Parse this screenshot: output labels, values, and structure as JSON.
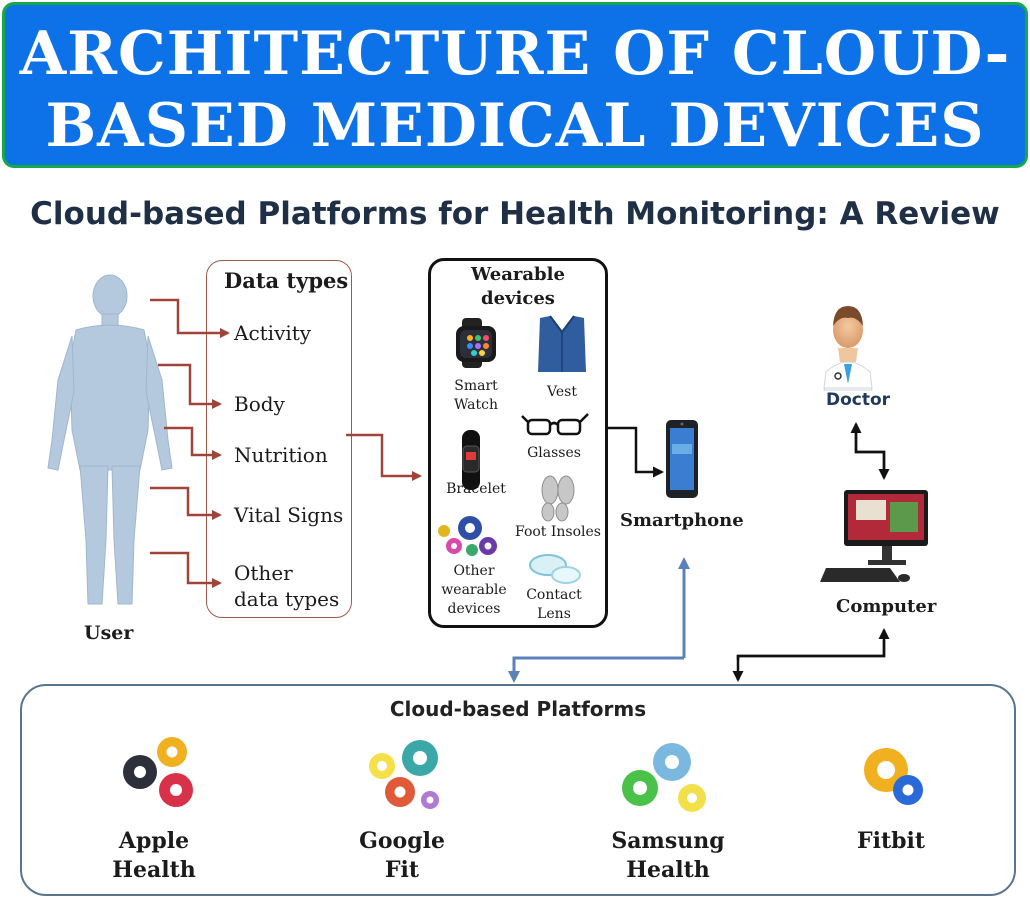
{
  "banner": {
    "line1": "ARCHITECTURE OF CLOUD-",
    "line2": "BASED MEDICAL DEVICES"
  },
  "subtitle": "Cloud-based Platforms for Health Monitoring: A Review",
  "user_label": "User",
  "data_types": {
    "title": "Data types",
    "items": [
      "Activity",
      "Body",
      "Nutrition",
      "Vital Signs",
      "Other",
      "data types"
    ]
  },
  "wearables": {
    "title_line1": "Wearable",
    "title_line2": "devices",
    "smartwatch_1": "Smart",
    "smartwatch_2": "Watch",
    "vest": "Vest",
    "glasses": "Glasses",
    "bracelet": "Bracelet",
    "foot_insoles": "Foot Insoles",
    "other_1": "Other",
    "other_2": "wearable",
    "other_3": "devices",
    "lens_1": "Contact",
    "lens_2": "Lens"
  },
  "smartphone_label": "Smartphone",
  "doctor_label": "Doctor",
  "computer_label": "Computer",
  "cloud": {
    "title": "Cloud-based Platforms",
    "platforms": [
      {
        "line1": "Apple",
        "line2": "Health"
      },
      {
        "line1": "Google",
        "line2": "Fit"
      },
      {
        "line1": "Samsung",
        "line2": "Health"
      },
      {
        "line1": "Fitbit",
        "line2": ""
      }
    ]
  },
  "colors": {
    "banner_bg": "#0d72e8",
    "banner_border": "#17a84a",
    "arrow_red": "#a0443a",
    "arrow_blue": "#5b82b8",
    "arrow_black": "#111111",
    "body_silhouette": "#b5c9de"
  }
}
